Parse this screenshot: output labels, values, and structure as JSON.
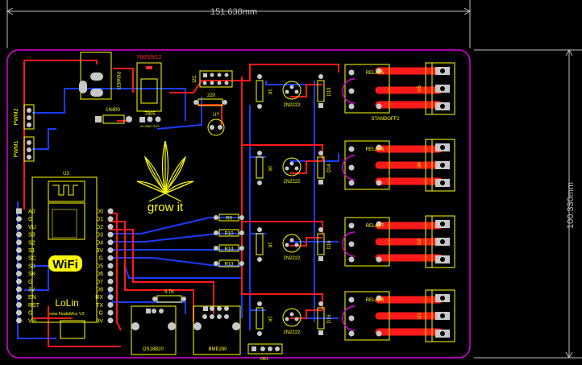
{
  "dimensions": {
    "width_label": "151.638mm",
    "height_label": "100.330mm"
  },
  "colors": {
    "background": "#000000",
    "board_outline": "#e000e0",
    "silkscreen": "#ffff00",
    "top_copper": "#ff1a1a",
    "bottom_copper": "#1a3cff",
    "dimension": "#bfbfbf",
    "pad": "#c8c8c8"
  },
  "left_headers": [
    "PWM2",
    "PWM1"
  ],
  "regulator": {
    "value": "7805/9/12",
    "ref": "7805",
    "pins": "IN GND OUT"
  },
  "power_jack": "POWER",
  "diode_in": "1N400",
  "resistor_220": "220",
  "cap_label": "U?",
  "connector_i2c": "I2C",
  "logo_text": "grow it",
  "module": {
    "ref": "U3",
    "left_pins": [
      "A0",
      "G",
      "VU",
      "S3",
      "S2",
      "S1",
      "SC",
      "S0",
      "SK",
      "G",
      "3V",
      "EN",
      "RST",
      "G",
      "Vin"
    ],
    "right_pins": [
      "D0",
      "D1",
      "D2",
      "D3",
      "D4",
      "3V",
      "G",
      "D5",
      "D6",
      "D7",
      "D8",
      "RX",
      "TX",
      "G",
      "3V"
    ],
    "wifi": "WiFi",
    "brand": "LoLin",
    "model": "new NodeMcu V3"
  },
  "resistors": [
    "R9",
    "R10",
    "R14",
    "R13"
  ],
  "resistor_47k": "4.7K",
  "sensors": [
    "DS18B20",
    "BME280"
  ],
  "bottom_connector": "OK1",
  "transistors": [
    "2N2222",
    "2N2222",
    "2N2222",
    "2N2222"
  ],
  "base_resistors": [
    "1K",
    "1K",
    "1K",
    "1K"
  ],
  "diodes": [
    "D13",
    "D14",
    "D16",
    "D15"
  ],
  "relays": [
    "RELAY5",
    "RELAY6",
    "RELAY7",
    "RELAY8"
  ],
  "terminals": [
    "U5",
    "U4",
    "U2",
    "U1"
  ],
  "standoff": "STANDOFF2"
}
